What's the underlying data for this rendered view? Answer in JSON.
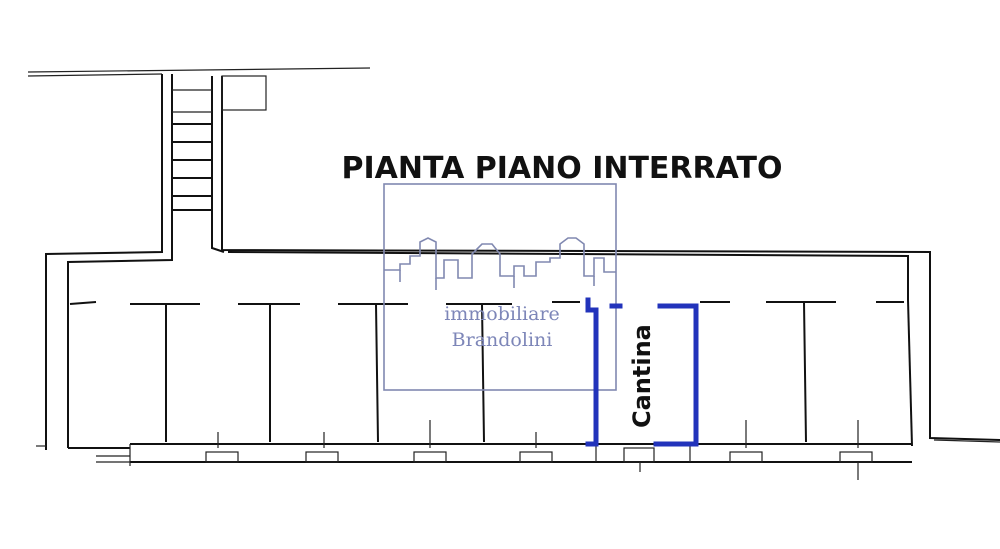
{
  "plan": {
    "title": "PIANTA PIANO INTERRATO",
    "highlighted_room": {
      "label": "Cantina",
      "color": "#2233bb"
    }
  },
  "watermark": {
    "line1": "immobiliare",
    "line2": "Brandolini",
    "color": "#7d86b8"
  }
}
